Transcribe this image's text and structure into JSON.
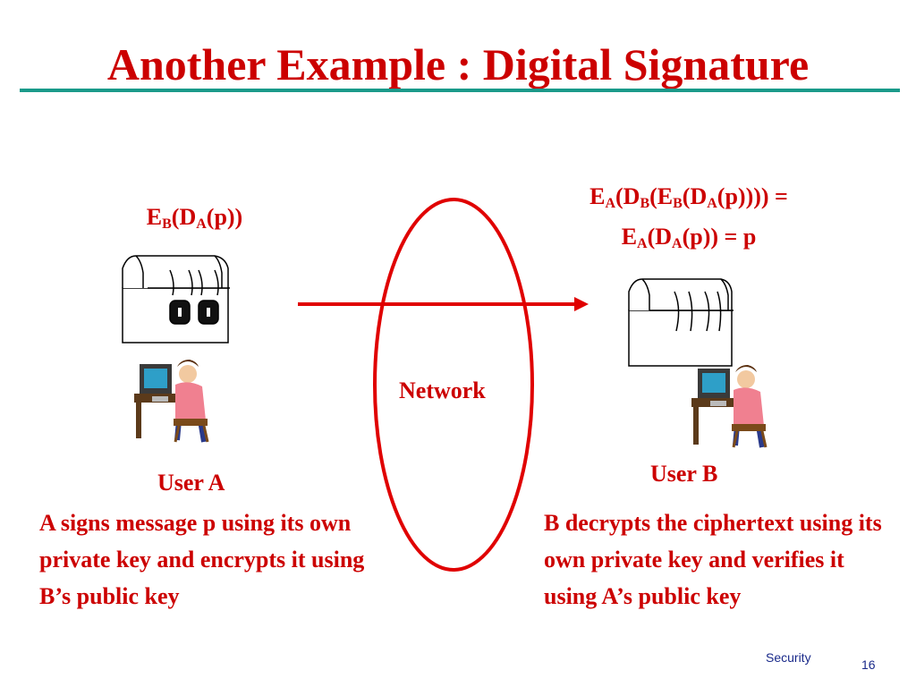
{
  "slide": {
    "title": "Another Example : Digital Signature",
    "formula_a": {
      "p1": "E",
      "s1": "B",
      "p2": "(D",
      "s2": "A",
      "p3": "(p))"
    },
    "formula_b_line1": {
      "p1": "E",
      "s1": "A",
      "p2": "(D",
      "s2": "B",
      "p3": "(E",
      "s3": "B",
      "p4": "(D",
      "s4": "A",
      "p5": "(p)))) ="
    },
    "formula_b_line2": {
      "p1": "E",
      "s1": "A",
      "p2": "(D",
      "s2": "A",
      "p3": "(p)) = p"
    },
    "network_label": "Network",
    "user_a_label": "User A",
    "user_b_label": "User B",
    "desc_a": "A signs message p using its own private key and encrypts it using B’s public key",
    "desc_b": "B decrypts the ciphertext using its own private key and  verifies it using A’s public key",
    "footer_label": "Security",
    "page_number": "16"
  },
  "icons": {
    "locked_chest_icon": "locked-chest-icon",
    "unlocked_chest_icon": "unlocked-chest-icon",
    "user_at_computer_icon": "user-at-computer-icon",
    "network_ellipse": "network-ellipse"
  },
  "colors": {
    "text_red": "#cc0000",
    "rule_teal": "#1a9a8a",
    "footer_blue": "#1a2a8a"
  }
}
